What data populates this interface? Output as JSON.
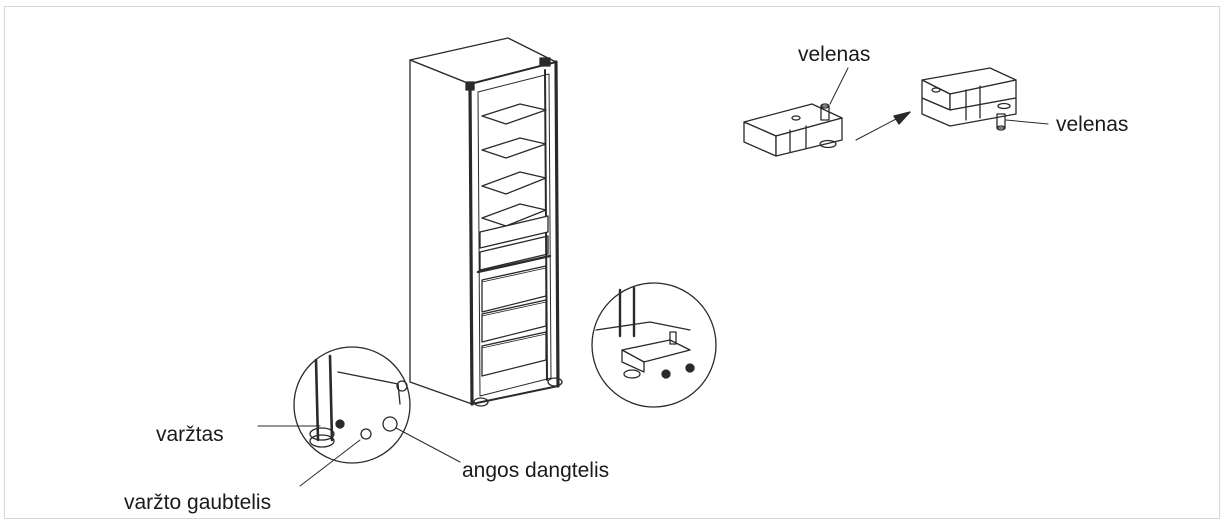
{
  "labels": {
    "shaft_top": "velenas",
    "shaft_right": "velenas",
    "screw": "varžtas",
    "screw_cap": "varžto gaubtelis",
    "hole_cover": "angos dangtelis"
  },
  "colors": {
    "line": "#2a2a2a",
    "background": "#ffffff",
    "frame": "#d6d6d6"
  }
}
